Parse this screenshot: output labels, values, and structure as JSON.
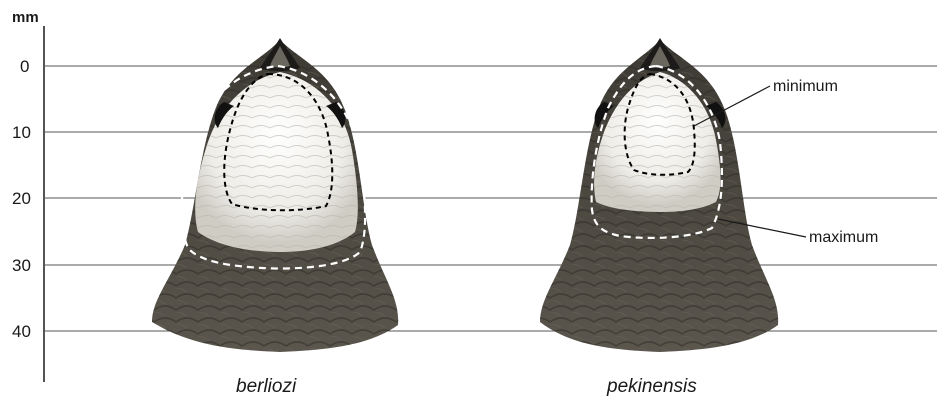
{
  "axis": {
    "unit": "mm",
    "ticks": [
      "0",
      "10",
      "20",
      "30",
      "40"
    ]
  },
  "specimens": [
    {
      "name": "berliozi"
    },
    {
      "name": "pekinensis"
    }
  ],
  "callouts": {
    "minimum": "minimum",
    "maximum": "maximum"
  },
  "colors": {
    "plumage_dark": "#4a463f",
    "throat_patch": "#f2f1ec",
    "gridline": "#555555",
    "outline_dashed": "#000000"
  }
}
